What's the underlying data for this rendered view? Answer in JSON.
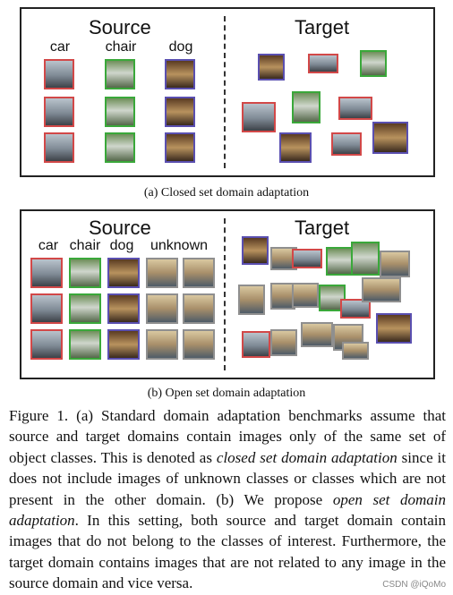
{
  "panel_a": {
    "source_title": "Source",
    "target_title": "Target",
    "classes": [
      "car",
      "chair",
      "dog"
    ],
    "caption": "(a)  Closed set domain adaptation"
  },
  "panel_b": {
    "source_title": "Source",
    "target_title": "Target",
    "classes": [
      "car",
      "chair",
      "dog",
      "unknown"
    ],
    "caption": "(b)  Open set domain adaptation"
  },
  "figure_caption": {
    "label": "Figure 1.",
    "part1": " (a) Standard domain adaptation benchmarks assume that source and target domains contain images only of the same set of object classes. This is denoted as ",
    "em1": "closed set domain adaptation",
    "part2": " since it does not include images of unknown classes or classes which are not present in the other domain. (b) We propose ",
    "em2": "open set domain adaptation",
    "part3": ". In this setting, both source and target domain contain images that do not belong to the classes of interest. Furthermore, the target domain contains images that are not related to any image in the source domain and vice versa."
  },
  "watermark": "CSDN @iQoMo",
  "colors": {
    "car": "#d24848",
    "chair": "#3aa83a",
    "dog": "#5a4fb0",
    "unknown": "#8f8f8f"
  }
}
